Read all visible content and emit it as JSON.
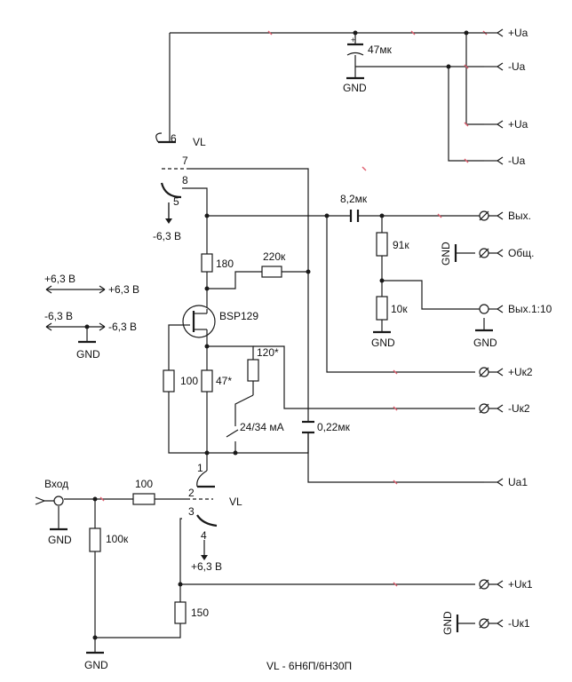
{
  "labels": {
    "ua_pos_1": "+Ua",
    "ua_neg_1": "-Ua",
    "ua_pos_2": "+Ua",
    "ua_neg_2": "-Ua",
    "cap_47": "47мк",
    "gnd_top": "GND",
    "vl_top": "VL",
    "pin6": "6",
    "pin7": "7",
    "pin8": "8",
    "pin5": "5",
    "heater_neg": "-6,3 В",
    "out": "Вых.",
    "cap_out": "8,2мк",
    "r91k": "91к",
    "gnd_common": "GND",
    "common": "Общ.",
    "r10k": "10к",
    "gnd_div": "GND",
    "out_div": "Вых.1:10",
    "gnd_div_out": "GND",
    "heat_pos_left": "+6,3 В",
    "heat_pos_right": "+6,3 В",
    "heat_neg_left": "-6,3 В",
    "heat_neg_right": "-6,3 В",
    "gnd_heat": "GND",
    "r180": "180",
    "r220k": "220к",
    "mosfet": "BSP129",
    "r120": "120*",
    "r100_gate": "100",
    "r47": "47*",
    "current": "24/34 мА",
    "cap_022": "0,22мк",
    "uk2_pos": "+Uк2",
    "uk2_neg": "-Uк2",
    "ua1": "Ua1",
    "pin1": "1",
    "pin2": "2",
    "pin3": "3",
    "pin4": "4",
    "vl_bottom": "VL",
    "input": "Вход",
    "gnd_in": "GND",
    "r100_in": "100",
    "r100k": "100к",
    "heater_pos": "+6,3 В",
    "uk1_pos": "+Uк1",
    "gnd_uk1": "GND",
    "uk1_neg": "-Uк1",
    "r150": "150",
    "gnd_bottom": "GND",
    "footer": "VL - 6Н6П/6Н30П"
  }
}
